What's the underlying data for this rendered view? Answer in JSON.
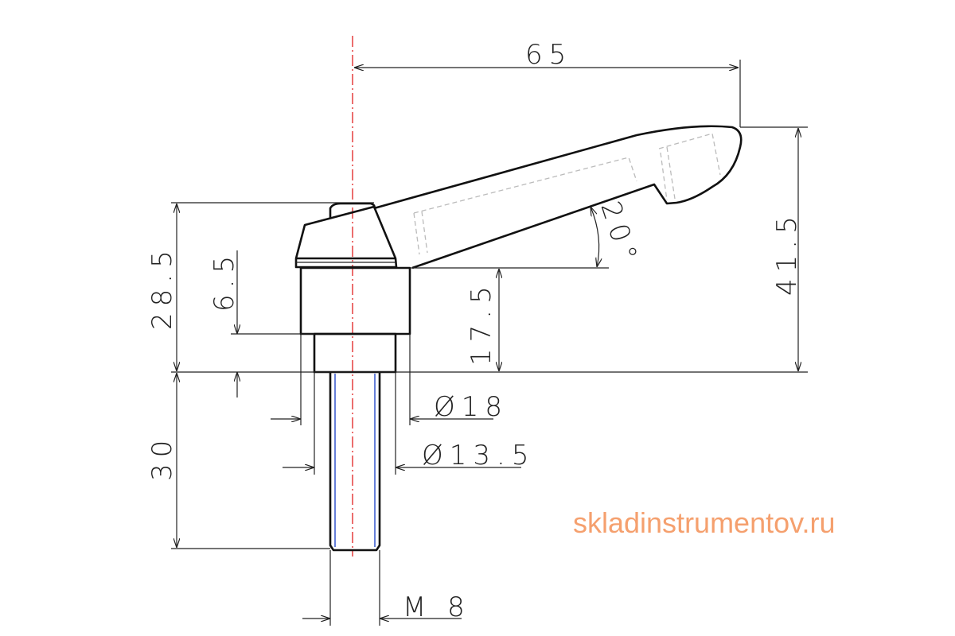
{
  "drawing": {
    "dimensions": {
      "length": "65",
      "height_total": "41.5",
      "height_hub": "28.5",
      "height_step": "6.5",
      "height_lever_base": "17.5",
      "thread_length": "30",
      "diameter_body": "Ø18",
      "diameter_hub": "Ø13.5",
      "thread": "M 8",
      "angle": "20°"
    },
    "watermark": "skladinstrumentov.ru",
    "colors": {
      "centerline": "#e02020",
      "thread_lines": "#3355cc",
      "watermark": "#f5a06e"
    }
  }
}
